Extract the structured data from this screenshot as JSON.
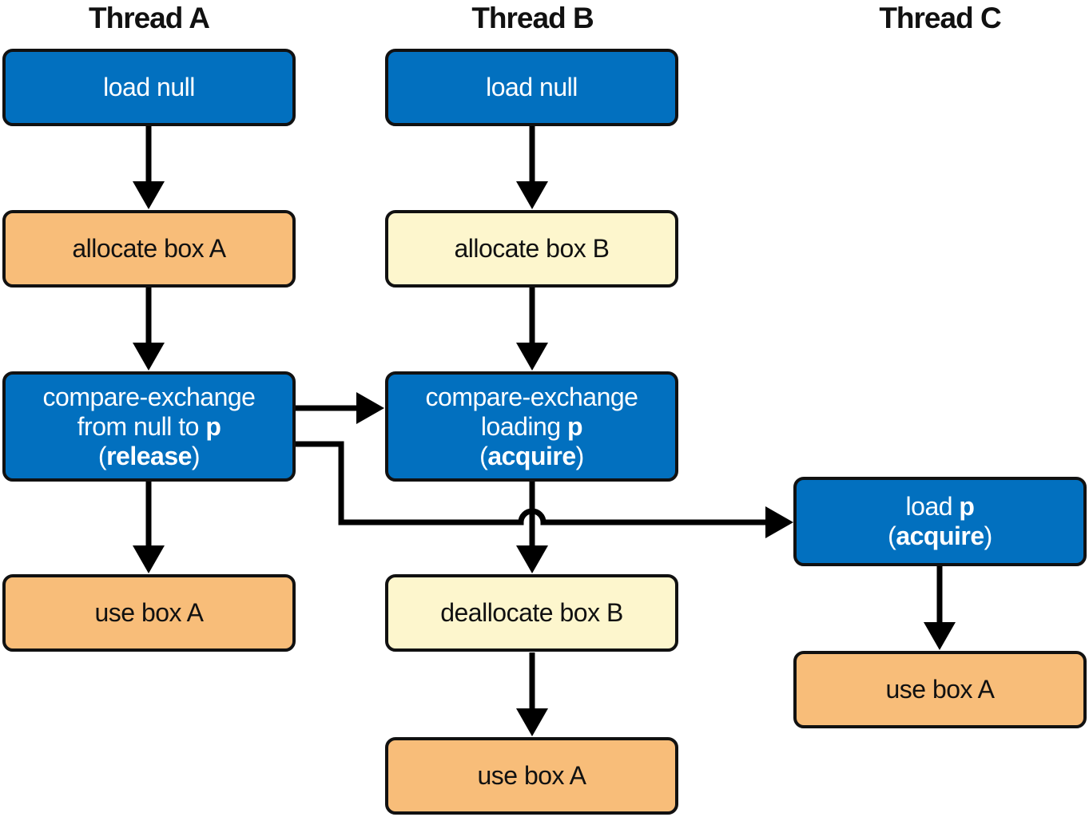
{
  "threads": {
    "a": {
      "title": "Thread A",
      "load_null": "load null",
      "allocate": "allocate box A",
      "cmpxchg": {
        "line1": "compare-exchange",
        "line2_pre": "from null to ",
        "line2_bold": "p",
        "line3_open": "(",
        "line3_bold": "release",
        "line3_close": ")"
      },
      "use": "use box A"
    },
    "b": {
      "title": "Thread B",
      "load_null": "load null",
      "allocate": "allocate box B",
      "cmpxchg": {
        "line1": "compare-exchange",
        "line2_pre": "loading ",
        "line2_bold": "p",
        "line3_open": "(",
        "line3_bold": "acquire",
        "line3_close": ")"
      },
      "deallocate": "deallocate box B",
      "use": "use box A"
    },
    "c": {
      "title": "Thread C",
      "load": {
        "line1_pre": "load ",
        "line1_bold": "p",
        "line2_open": "(",
        "line2_bold": "acquire",
        "line2_close": ")"
      },
      "use": "use box A"
    }
  },
  "colors": {
    "atomic_op": "#0270bf",
    "box_a": "#f8bd79",
    "box_b": "#fdf6cd",
    "arrow": "#000000"
  }
}
